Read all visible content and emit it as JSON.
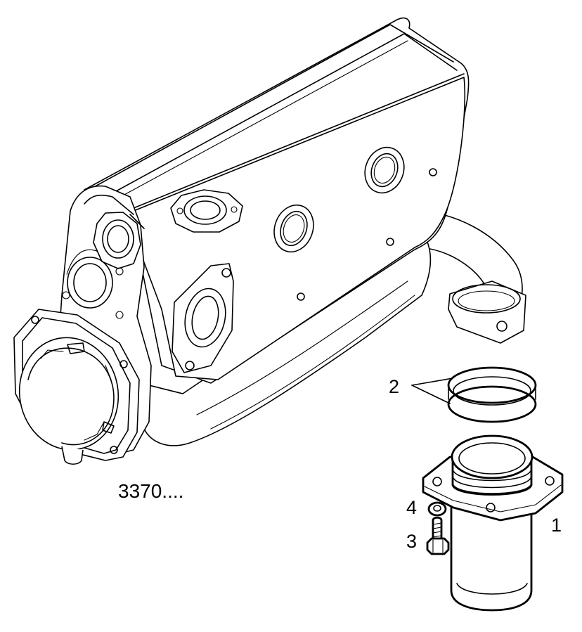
{
  "diagram": {
    "reference_code": "3370....",
    "callouts": {
      "part1": "1",
      "part2": "2",
      "part3": "3",
      "part4": "4"
    },
    "colors": {
      "line": "#000000",
      "background": "#ffffff"
    }
  }
}
